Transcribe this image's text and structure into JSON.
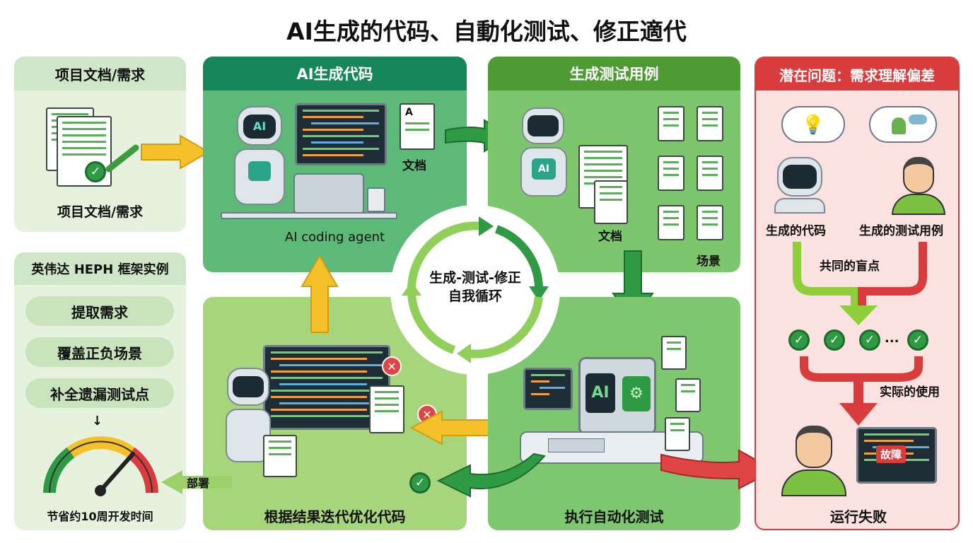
{
  "title": "AI生成的代码、自動化测试、修正適代",
  "requirements_panel": {
    "header": "项目文档/需求",
    "caption": "项目文档/需求"
  },
  "heph_panel": {
    "header": "英伟达 HEPH 框架实例",
    "steps": [
      "提取需求",
      "覆盖正负场景",
      "补全遗漏测试点"
    ],
    "caption": "节省约10周开发时间"
  },
  "codegen_panel": {
    "header": "AI生成代码",
    "doc_label": "文档",
    "caption": "AI coding agent",
    "robot_badge": "AI"
  },
  "testgen_panel": {
    "header": "生成测试用例",
    "doc_label": "文档",
    "scenario_label": "场景",
    "robot_badge": "AI"
  },
  "iterate_panel": {
    "caption": "根据结果迭代优化代码",
    "deploy_label": "部署"
  },
  "exec_panel": {
    "caption": "执行自动化测试",
    "server_badge": "AI"
  },
  "cycle": {
    "line1": "生成-测试-修正",
    "line2": "自我循环"
  },
  "risk_panel": {
    "header": "潜在问题：需求理解偏差",
    "left_label": "生成的代码",
    "right_label": "生成的测试用例",
    "blind_spot": "共同的盲点",
    "ellipsis": "...",
    "real_use": "实际的使用",
    "fault_label": "故障",
    "caption": "运行失败"
  },
  "colors": {
    "dark_green": "#17875a",
    "mid_green": "#4e9b34",
    "red": "#d93c3c",
    "yellow": "#f5c12a"
  }
}
